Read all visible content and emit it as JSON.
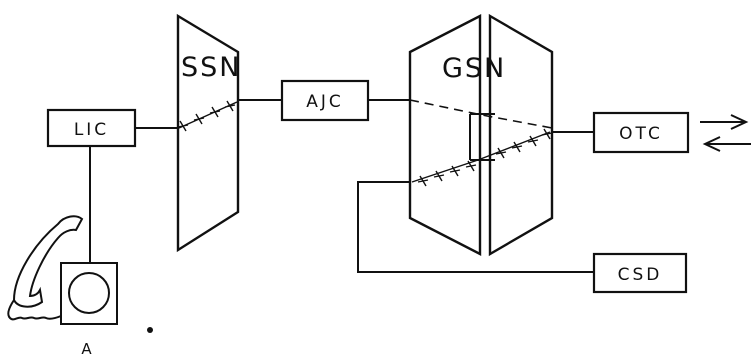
{
  "labels": {
    "lic": "LIC",
    "ssn": "SSN",
    "ajc": "AJC",
    "gsn": "GSN",
    "otc": "OTC",
    "csd": "CSD",
    "subscriber": "A"
  },
  "colors": {
    "ink": "#111111",
    "background": "#ffffff"
  }
}
